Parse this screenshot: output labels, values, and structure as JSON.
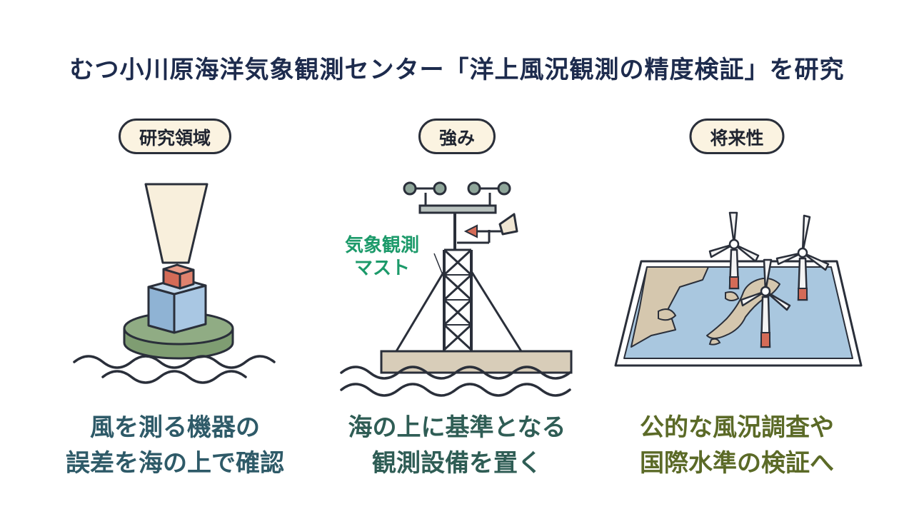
{
  "title": "むつ小川原海洋気象観測センター「洋上風況観測の精度検証」を研究",
  "sections": [
    {
      "label": "研究領域",
      "caption_line1": "風を測る機器の",
      "caption_line2": "誤差を海の上で確認"
    },
    {
      "label": "強み",
      "caption_line1": "海の上に基準となる",
      "caption_line2": "観測設備を置く",
      "annotation_line1": "気象観測",
      "annotation_line2": "マスト"
    },
    {
      "label": "将来性",
      "caption_line1": "公的な風況調査や",
      "caption_line2": "国際水準の検証へ"
    }
  ],
  "colors": {
    "title": "#1d2b4d",
    "caption1": "#2e5a68",
    "caption2": "#2f5d55",
    "caption3": "#5b6a27",
    "annotation": "#1c9a6a",
    "pill_bg": "#fbf3e1"
  },
  "icons": [
    "lidar-buoy-icon",
    "meteorological-mast-icon",
    "offshore-wind-map-icon"
  ]
}
